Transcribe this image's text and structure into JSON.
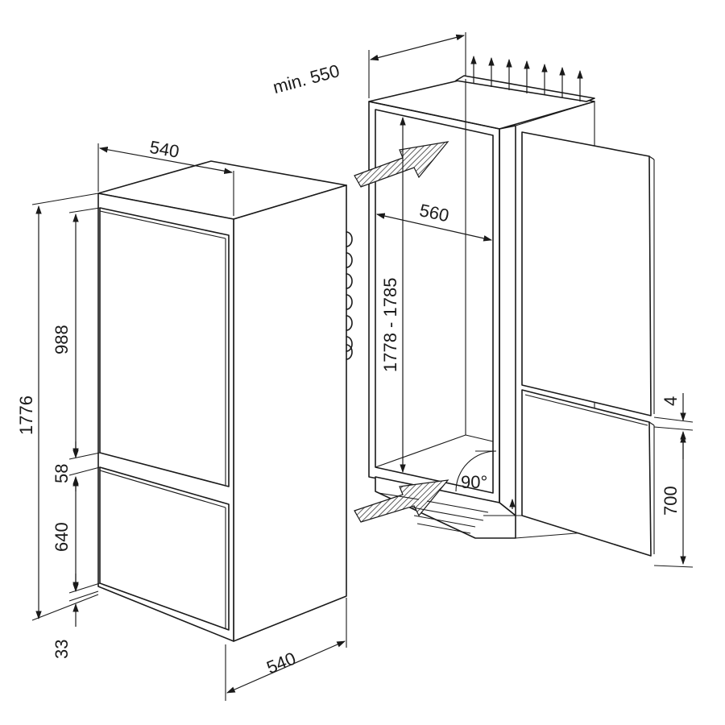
{
  "diagram": {
    "dimensions": {
      "niche_min_depth": "min. 550",
      "appliance_width_top": "540",
      "appliance_width_bottom": "540",
      "appliance_height_total": "1776",
      "upper_door_height": "988",
      "door_gap": "58",
      "lower_door_height": "640",
      "base_gap": "33",
      "niche_width": "560",
      "niche_height": "1778 - 1785",
      "door_opening_angle": "90°",
      "door_spacing": "4",
      "furniture_lower_door": "700"
    }
  }
}
